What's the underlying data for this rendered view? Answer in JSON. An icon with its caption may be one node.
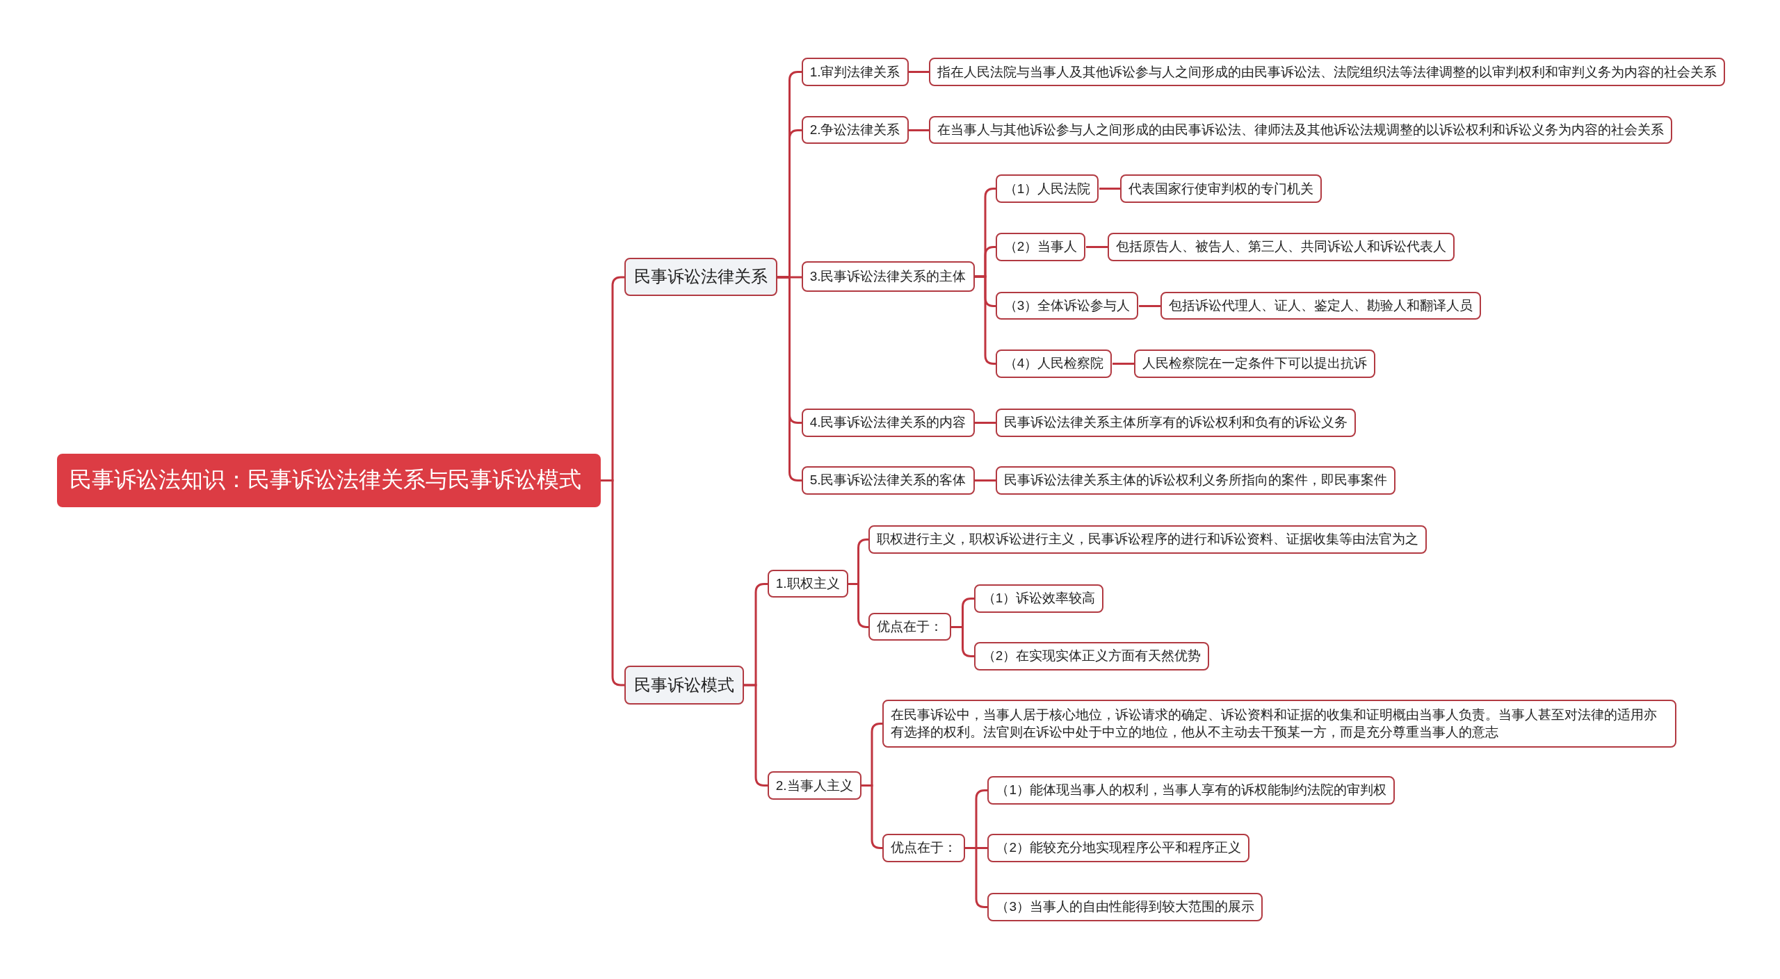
{
  "diagram": {
    "nodes": [
      {
        "text": [
          "民事诉讼法知识：民事诉讼法律关系与民事诉讼模式"
        ]
      },
      {
        "text": [
          "民事诉讼法律关系"
        ]
      },
      {
        "text": [
          "1.审判法律关系"
        ]
      },
      {
        "text": [
          "指在人民法院与当事人及其他诉讼参与人之间形成的由民事诉讼法、法院组织法等法律调整的以审判权利和审判义务为内容的社会关系"
        ]
      },
      {
        "text": [
          "2.争讼法律关系"
        ]
      },
      {
        "text": [
          "在当事人与其他诉讼参与人之间形成的由民事诉讼法、律师法及其他诉讼法规调整的以诉讼权利和诉讼义务为内容的社会关系"
        ]
      },
      {
        "text": [
          "3.民事诉讼法律关系的主体"
        ]
      },
      {
        "text": [
          "（1）人民法院"
        ]
      },
      {
        "text": [
          "代表国家行使审判权的专门机关"
        ]
      },
      {
        "text": [
          "（2）当事人"
        ]
      },
      {
        "text": [
          "包括原告人、被告人、第三人、共同诉讼人和诉讼代表人"
        ]
      },
      {
        "text": [
          "（3）全体诉讼参与人"
        ]
      },
      {
        "text": [
          "包括诉讼代理人、证人、鉴定人、勘验人和翻译人员"
        ]
      },
      {
        "text": [
          "（4）人民检察院"
        ]
      },
      {
        "text": [
          "人民检察院在一定条件下可以提出抗诉"
        ]
      },
      {
        "text": [
          "4.民事诉讼法律关系的内容"
        ]
      },
      {
        "text": [
          "民事诉讼法律关系主体所享有的诉讼权利和负有的诉讼义务"
        ]
      },
      {
        "text": [
          "5.民事诉讼法律关系的客体"
        ]
      },
      {
        "text": [
          "民事诉讼法律关系主体的诉讼权利义务所指向的案件，即民事案件"
        ]
      },
      {
        "text": [
          "民事诉讼模式"
        ]
      },
      {
        "text": [
          "1.职权主义"
        ]
      },
      {
        "text": [
          "职权进行主义，职权诉讼进行主义，民事诉讼程序的进行和诉讼资料、证据收集等由法官为之"
        ]
      },
      {
        "text": [
          "优点在于："
        ]
      },
      {
        "text": [
          "（1）诉讼效率较高"
        ]
      },
      {
        "text": [
          "（2）在实现实体正义方面有天然优势"
        ]
      },
      {
        "text": [
          "2.当事人主义"
        ]
      },
      {
        "text": [
          "在民事诉讼中，当事人居于核心地位，诉讼请求的确定、诉讼资料和证据的收集和证明概由当事人负责。当事人甚至对法律的适用亦有选择的权利。法官则在诉讼中处于中立的地位，他从不主动去干预某一方，而是充分尊重当事人的意志"
        ]
      },
      {
        "text": [
          "优点在于："
        ]
      },
      {
        "text": [
          "（1）能体现当事人的权利，当事人享有的诉权能制约法院的审判权"
        ]
      },
      {
        "text": [
          "（2）能较充分地实现程序公平和程序正义"
        ]
      },
      {
        "text": [
          "（3）当事人的自由性能得到较大范围的展示"
        ]
      }
    ],
    "edges": [
      {
        "from": 0,
        "to": 1,
        "arrow": "none"
      },
      {
        "from": 1,
        "to": 2,
        "arrow": "none"
      },
      {
        "from": 2,
        "to": 3,
        "arrow": "none"
      },
      {
        "from": 1,
        "to": 4,
        "arrow": "none"
      },
      {
        "from": 4,
        "to": 5,
        "arrow": "none"
      },
      {
        "from": 1,
        "to": 6,
        "arrow": "none"
      },
      {
        "from": 6,
        "to": 7,
        "arrow": "none"
      },
      {
        "from": 7,
        "to": 8,
        "arrow": "none"
      },
      {
        "from": 6,
        "to": 9,
        "arrow": "none"
      },
      {
        "from": 9,
        "to": 10,
        "arrow": "none"
      },
      {
        "from": 6,
        "to": 11,
        "arrow": "none"
      },
      {
        "from": 11,
        "to": 12,
        "arrow": "none"
      },
      {
        "from": 6,
        "to": 13,
        "arrow": "none"
      },
      {
        "from": 13,
        "to": 14,
        "arrow": "none"
      },
      {
        "from": 1,
        "to": 15,
        "arrow": "none"
      },
      {
        "from": 15,
        "to": 16,
        "arrow": "none"
      },
      {
        "from": 1,
        "to": 17,
        "arrow": "none"
      },
      {
        "from": 17,
        "to": 18,
        "arrow": "none"
      },
      {
        "from": 0,
        "to": 19,
        "arrow": "none"
      },
      {
        "from": 19,
        "to": 20,
        "arrow": "none"
      },
      {
        "from": 20,
        "to": 21,
        "arrow": "none"
      },
      {
        "from": 20,
        "to": 22,
        "arrow": "none"
      },
      {
        "from": 22,
        "to": 23,
        "arrow": "none"
      },
      {
        "from": 22,
        "to": 24,
        "arrow": "none"
      },
      {
        "from": 19,
        "to": 25,
        "arrow": "none"
      },
      {
        "from": 25,
        "to": 26,
        "arrow": "none"
      },
      {
        "from": 25,
        "to": 27,
        "arrow": "none"
      },
      {
        "from": 27,
        "to": 28,
        "arrow": "none"
      },
      {
        "from": 27,
        "to": 29,
        "arrow": "none"
      },
      {
        "from": 27,
        "to": 30,
        "arrow": "none"
      }
    ]
  }
}
